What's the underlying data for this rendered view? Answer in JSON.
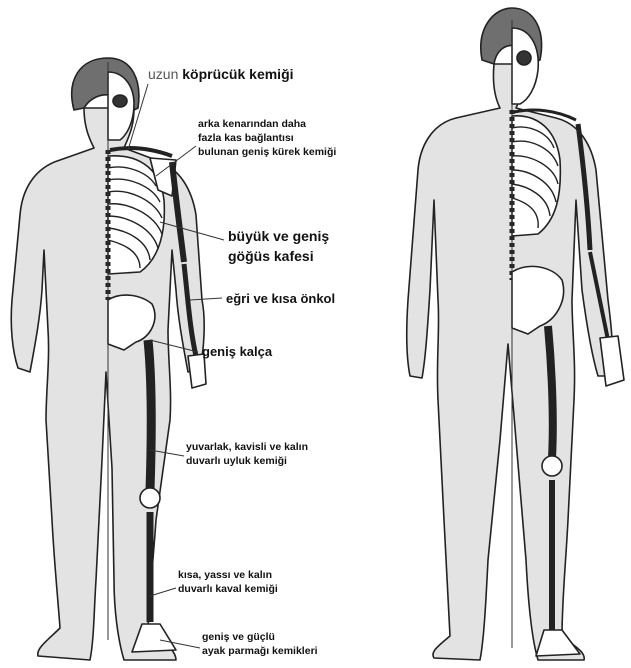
{
  "labels": {
    "clavicle_prefix": "uzun",
    "clavicle": "köprücük kemiği",
    "scapula": [
      "arka kenarından daha",
      "fazla kas bağlantısı",
      "bulunan geniş kürek kemiği"
    ],
    "ribcage": [
      "büyük ve geniş",
      "göğüs kafesi"
    ],
    "forearm": "eğri ve kısa önkol",
    "pelvis": "geniş kalça",
    "femur": [
      "yuvarlak, kavisli ve kalın",
      "duvarlı uyluk kemiği"
    ],
    "tibia": [
      "kısa, yassı ve kalın",
      "duvarlı kaval kemiği"
    ],
    "foot": [
      "geniş ve güçlü",
      "ayak parmağı kemikleri"
    ]
  },
  "colors": {
    "skin": "#e3e3e3",
    "bone": "#ffffff",
    "ink": "#222222",
    "shade": "#7a7a7a"
  }
}
